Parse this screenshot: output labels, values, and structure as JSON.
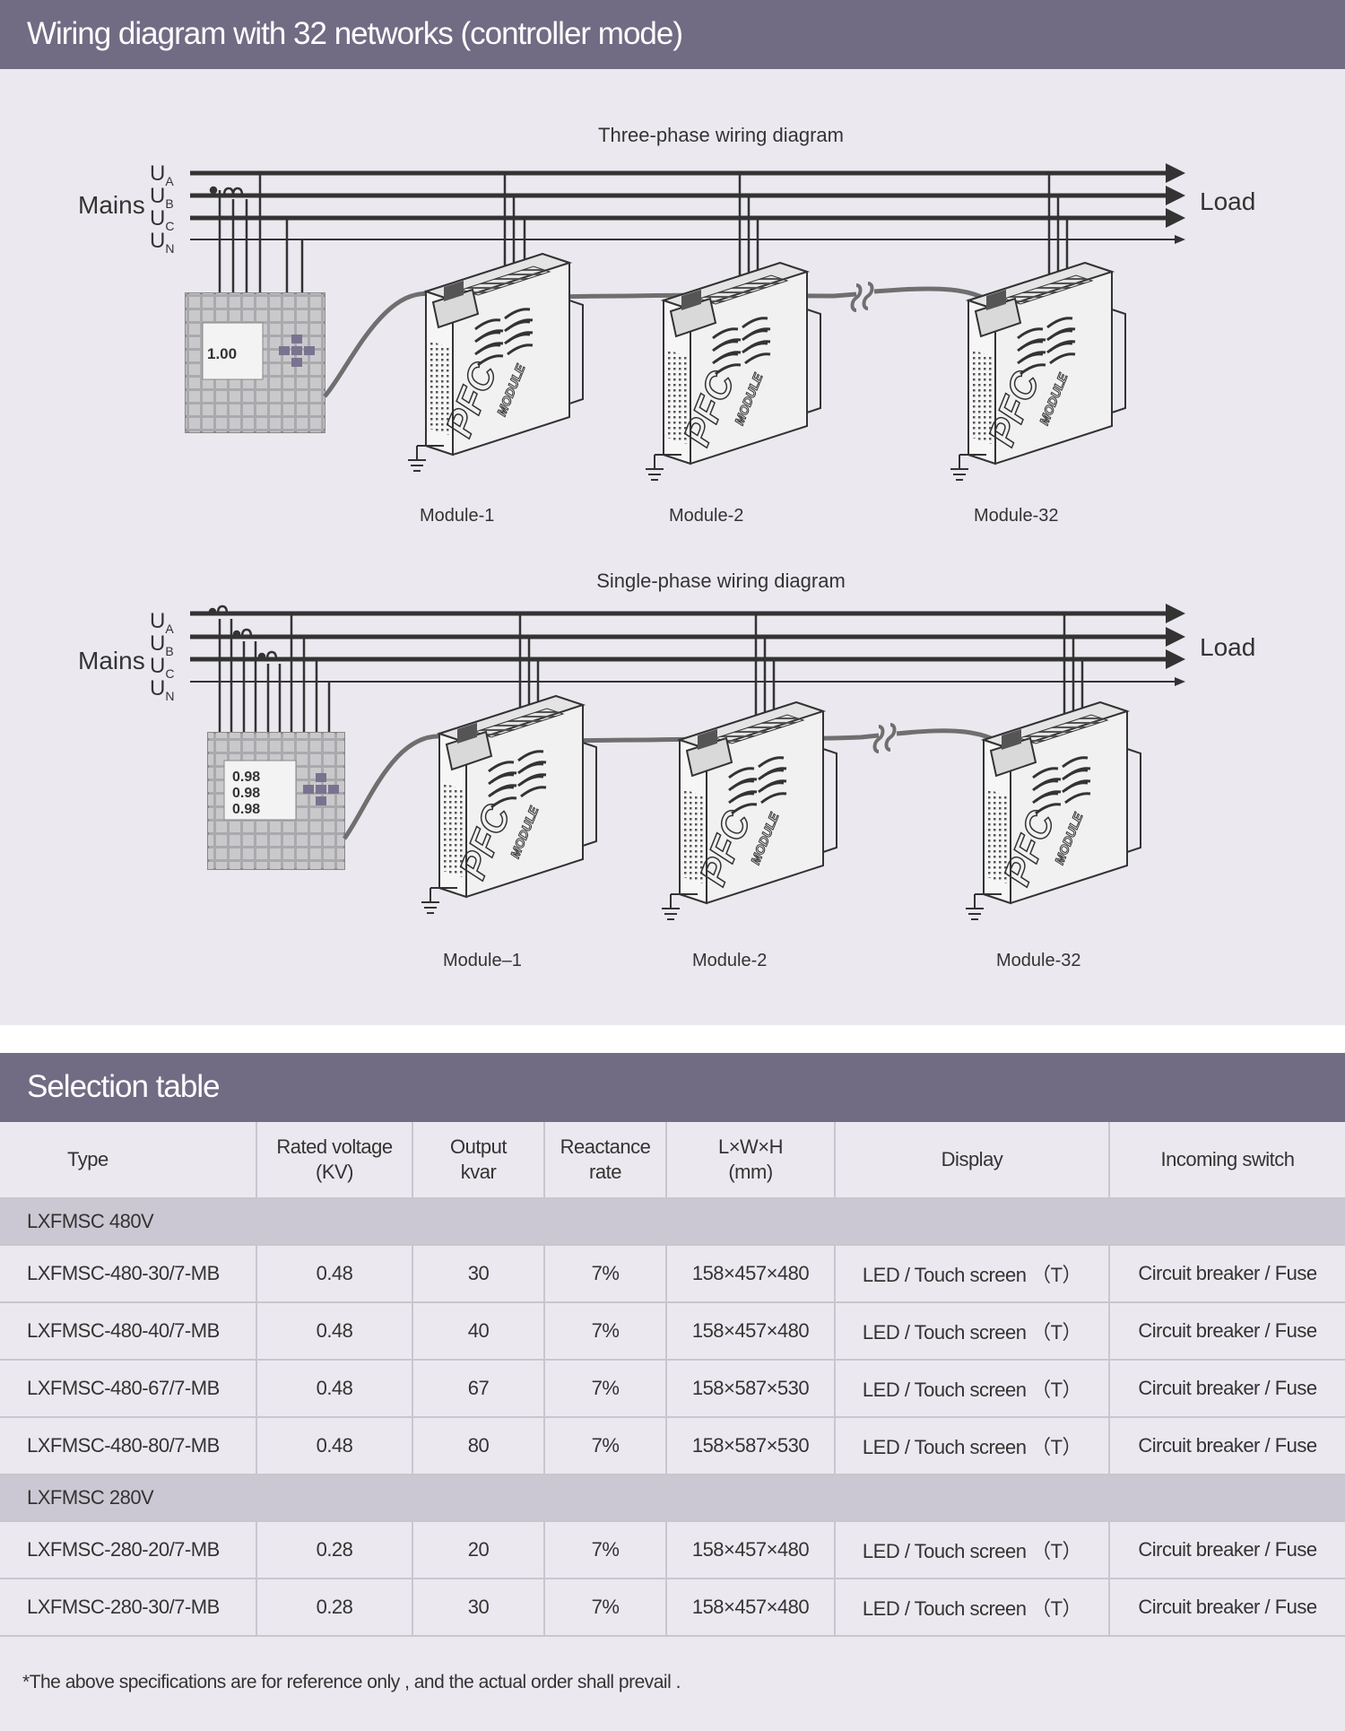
{
  "header_diagram": "Wiring diagram with 32 networks (controller mode)",
  "diagram_three": {
    "title": "Three-phase wiring diagram",
    "mains": "Mains",
    "load": "Load",
    "phases": [
      "U",
      "U",
      "U",
      "U"
    ],
    "phase_subs": [
      "A",
      "B",
      "C",
      "N"
    ],
    "controller_value": "1.00",
    "modules": [
      "Module-1",
      "Module-2",
      "Module-32"
    ],
    "module_text": "PFC",
    "module_text_small": "MODULE"
  },
  "diagram_single": {
    "title": "Single-phase wiring diagram",
    "mains": "Mains",
    "load": "Load",
    "phases": [
      "U",
      "U",
      "U",
      "U"
    ],
    "phase_subs": [
      "A",
      "B",
      "C",
      "N"
    ],
    "controller_values": [
      "0.98",
      "0.98",
      "0.98"
    ],
    "modules": [
      "Module–1",
      "Module-2",
      "Module-32"
    ],
    "module_text": "PFC",
    "module_text_small": "MODULE"
  },
  "header_table": "Selection table",
  "table": {
    "headers": [
      "Type",
      "Rated voltage (KV)",
      "Output kvar",
      "Reactance rate",
      "L×W×H (mm)",
      "Display",
      "Incoming switch"
    ],
    "header_lines": [
      [
        "Type"
      ],
      [
        "Rated voltage",
        "(KV)"
      ],
      [
        "Output",
        "kvar"
      ],
      [
        "Reactance",
        "rate"
      ],
      [
        "L×W×H",
        "(mm)"
      ],
      [
        "Display"
      ],
      [
        "Incoming switch"
      ]
    ],
    "groups": [
      {
        "name": "LXFMSC  480V",
        "rows": [
          [
            "LXFMSC-480-30/7-MB",
            "0.48",
            "30",
            "7%",
            "158×457×480",
            "LED / Touch screen （T）",
            "Circuit breaker / Fuse"
          ],
          [
            "LXFMSC-480-40/7-MB",
            "0.48",
            "40",
            "7%",
            "158×457×480",
            "LED / Touch screen （T）",
            "Circuit breaker / Fuse"
          ],
          [
            "LXFMSC-480-67/7-MB",
            "0.48",
            "67",
            "7%",
            "158×587×530",
            "LED / Touch screen （T）",
            "Circuit breaker / Fuse"
          ],
          [
            "LXFMSC-480-80/7-MB",
            "0.48",
            "80",
            "7%",
            "158×587×530",
            "LED / Touch screen （T）",
            "Circuit breaker / Fuse"
          ]
        ]
      },
      {
        "name": "LXFMSC  280V",
        "rows": [
          [
            "LXFMSC-280-20/7-MB",
            "0.28",
            "20",
            "7%",
            "158×457×480",
            "LED / Touch screen （T）",
            "Circuit breaker / Fuse"
          ],
          [
            "LXFMSC-280-30/7-MB",
            "0.28",
            "30",
            "7%",
            "158×457×480",
            "LED / Touch screen （T）",
            "Circuit breaker / Fuse"
          ]
        ]
      }
    ]
  },
  "note": "*The above specifications are for reference only , and the actual order shall prevail .",
  "colors": {
    "header_bg": "#726b84",
    "group_row_bg": "#ccc8d3",
    "page_bg": "#ebe9ef"
  }
}
